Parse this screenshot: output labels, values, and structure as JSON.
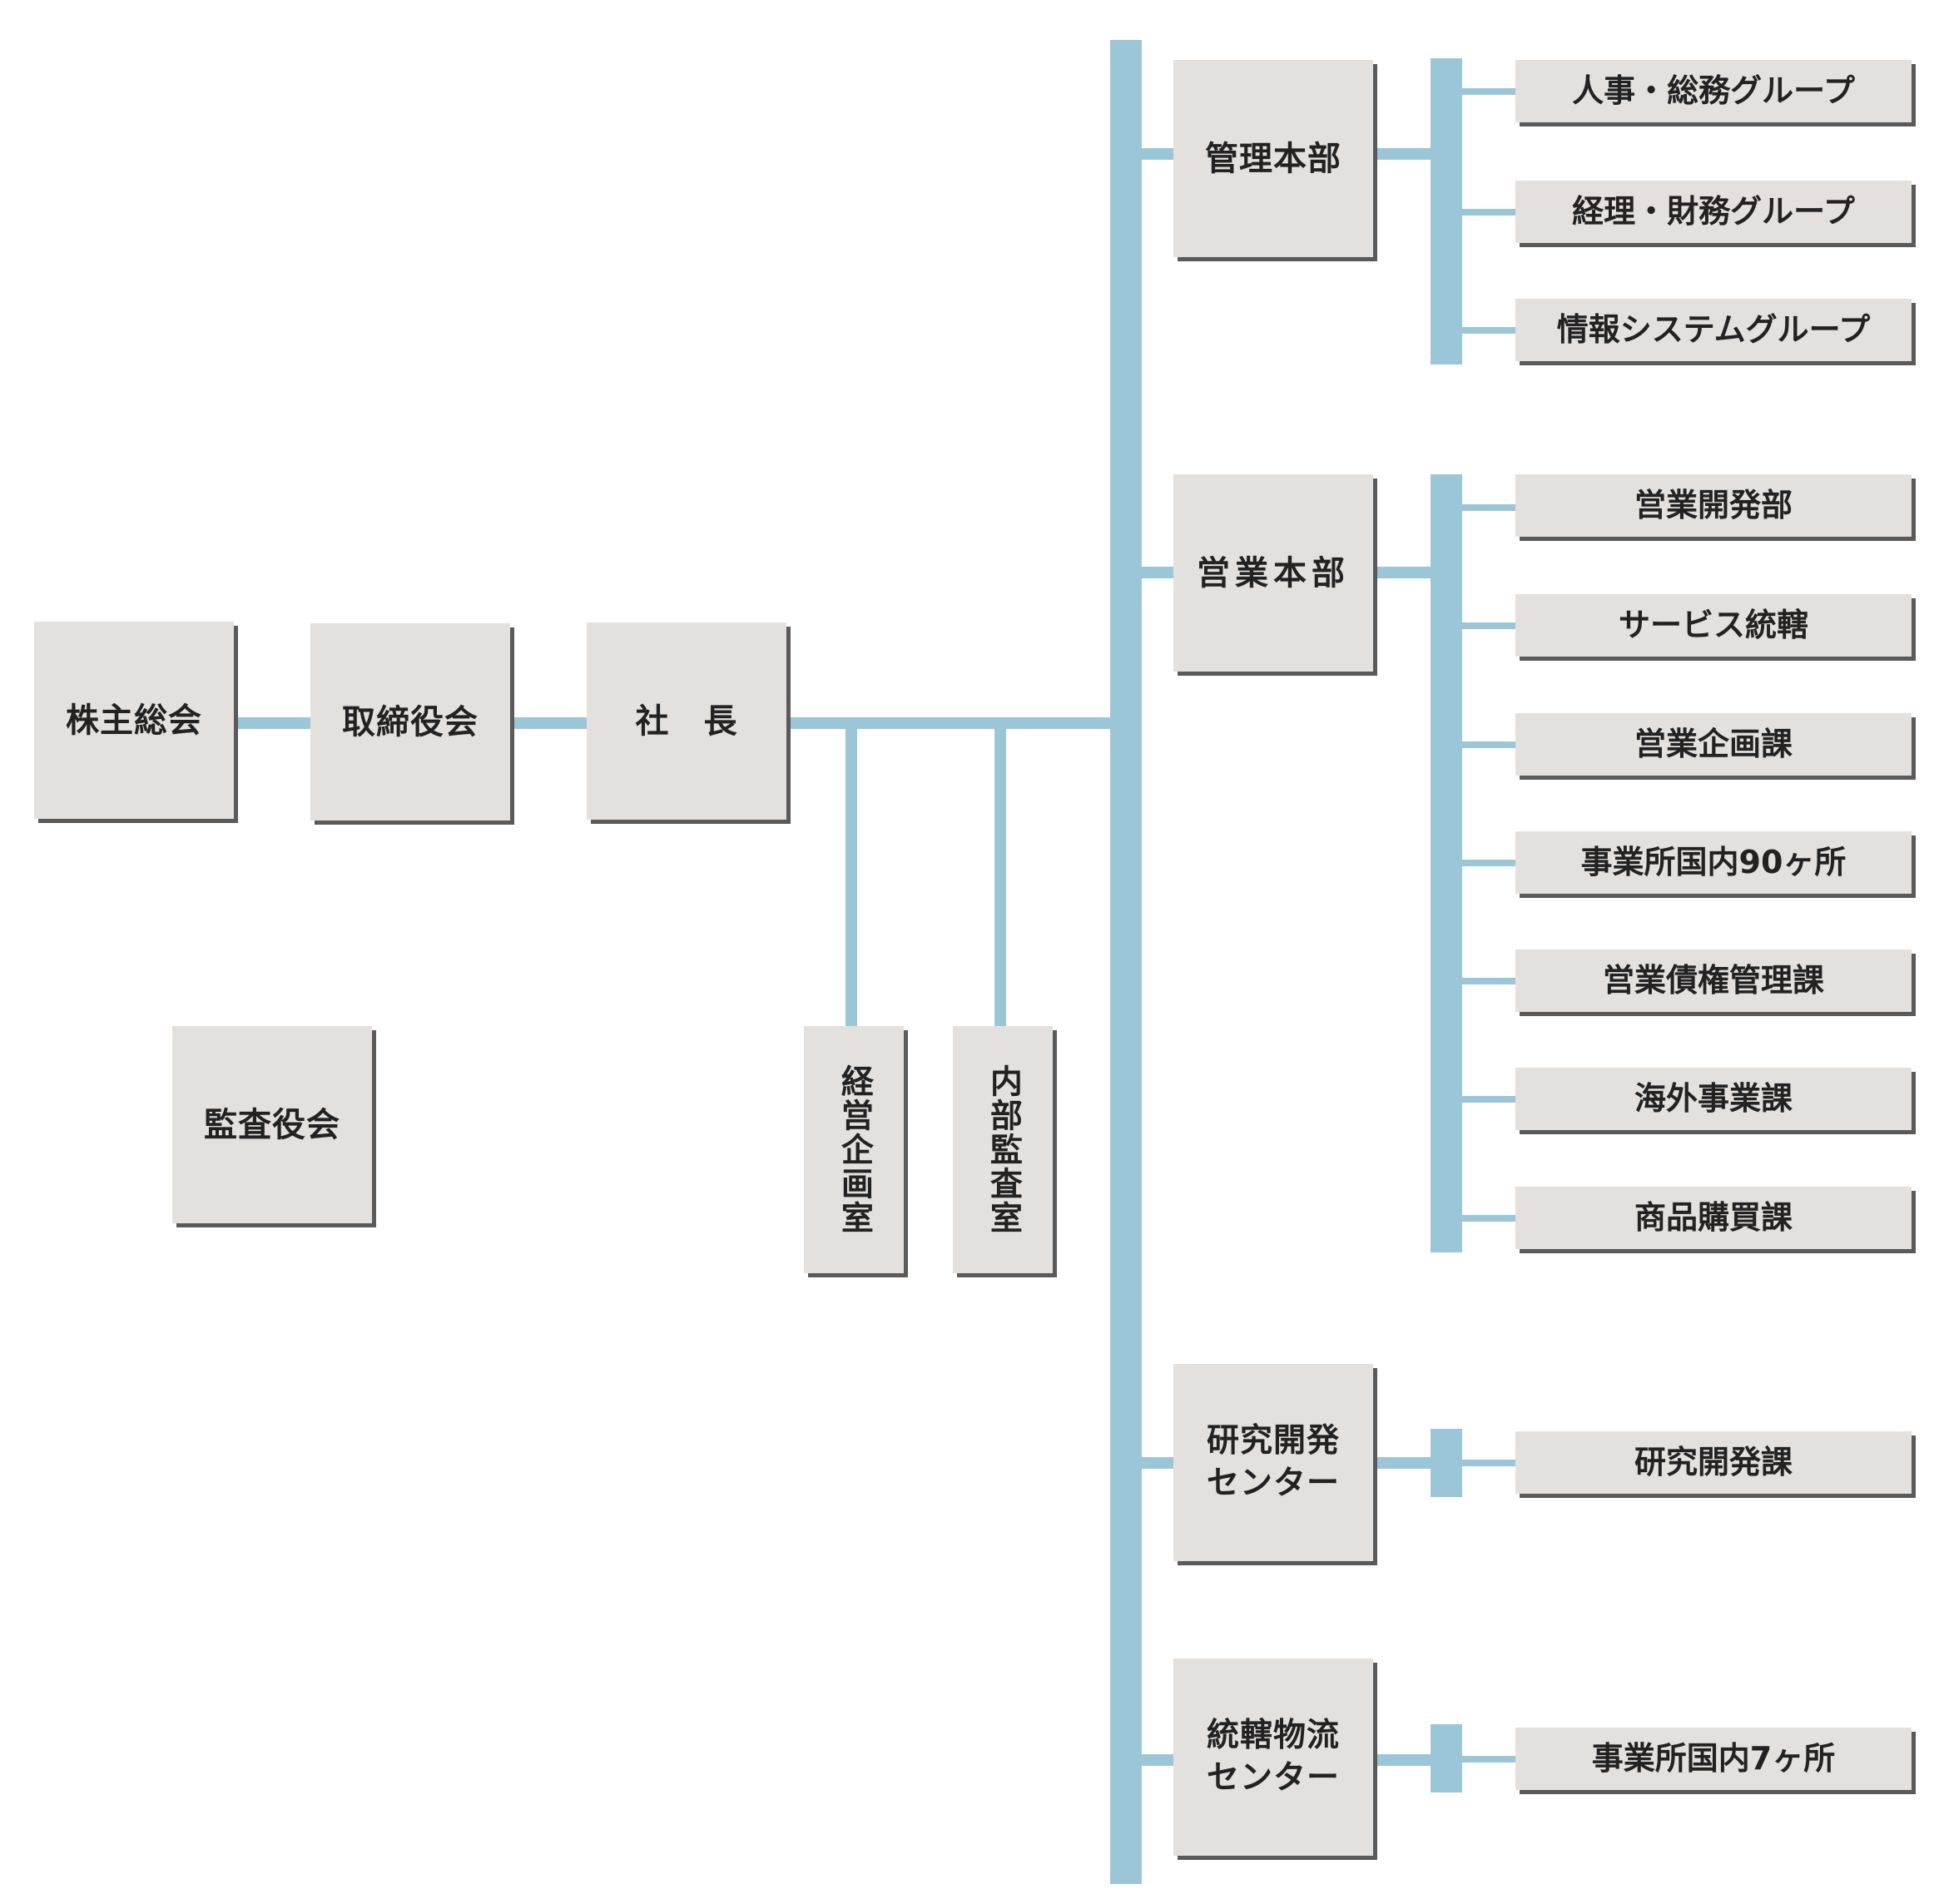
{
  "top_level": {
    "shareholders": "株主総会",
    "board": "取締役会",
    "president": "社　長",
    "auditors": "監査役会"
  },
  "staff": {
    "planning": "経営企画室",
    "audit": "内部監査室"
  },
  "divisions": {
    "admin": {
      "label": "管理本部",
      "groups": [
        "人事・総務グループ",
        "経理・財務グループ",
        "情報システムグループ"
      ]
    },
    "sales": {
      "label": "営業本部",
      "groups": [
        "営業開発部",
        "サービス統轄",
        "営業企画課",
        "事業所国内90ヶ所",
        "営業債権管理課",
        "海外事業課",
        "商品購買課"
      ]
    },
    "rnd": {
      "label": "研究開発\nセンター",
      "groups": [
        "研究開発課"
      ]
    },
    "logistics": {
      "label": "統轄物流\nセンター",
      "groups": [
        "事業所国内7ヶ所"
      ]
    }
  },
  "colors": {
    "connector": "#9bc6d7",
    "box_fill": "#e4e0de",
    "box_shadow": "#5a5a5a"
  }
}
